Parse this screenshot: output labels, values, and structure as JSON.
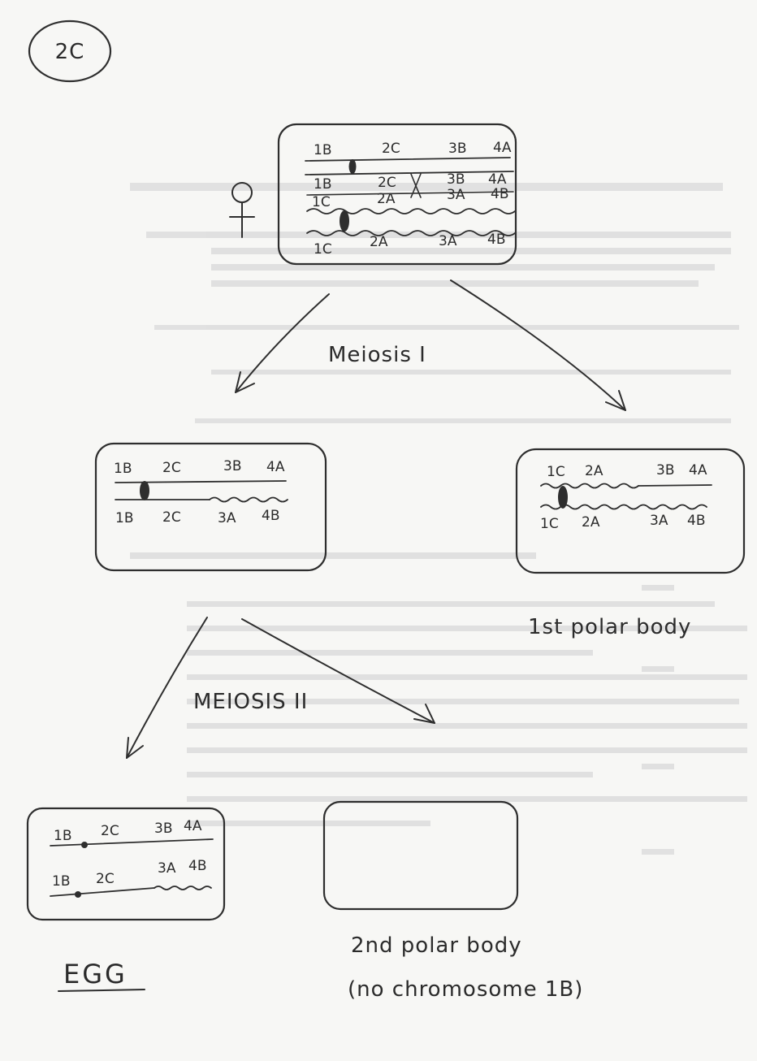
{
  "title_circle": "2C",
  "female_symbol": "♀",
  "parent_cell": {
    "rows": [
      {
        "labels": [
          "1B",
          "2C",
          "3B",
          "4A"
        ]
      },
      {
        "labels": [
          "1B",
          "2C",
          "3B",
          "4A"
        ]
      },
      {
        "labels": [
          "1C",
          "2A",
          "3A",
          "4B"
        ]
      },
      {
        "labels": [
          "1C",
          "2A",
          "3A",
          "4B"
        ]
      }
    ]
  },
  "meiosis_1_label": "Meiosis I",
  "secondary_oocyte": {
    "rows": [
      {
        "labels": [
          "1B",
          "2C",
          "3B",
          "4A"
        ]
      },
      {
        "labels": [
          "1B",
          "2C",
          "3A",
          "4B"
        ]
      }
    ]
  },
  "first_polar_body": {
    "rows": [
      {
        "labels": [
          "1C",
          "2A",
          "3B",
          "4A"
        ]
      },
      {
        "labels": [
          "1C",
          "2A",
          "3A",
          "4B"
        ]
      }
    ],
    "caption": "1st polar body"
  },
  "meiosis_2_label": "MEIOSIS II",
  "egg": {
    "rows": [
      {
        "labels": [
          "1B",
          "2C",
          "3B",
          "4A"
        ]
      },
      {
        "labels": [
          "1B",
          "2C",
          "3A",
          "4B"
        ]
      }
    ],
    "caption": "EGG"
  },
  "second_polar_body": {
    "caption_line1": "2nd polar body",
    "caption_line2": "(no chromosome 1B)"
  },
  "colors": {
    "ink": "#2e2e2e",
    "paper": "#f7f7f5",
    "bleed": "#c9c9c9"
  }
}
